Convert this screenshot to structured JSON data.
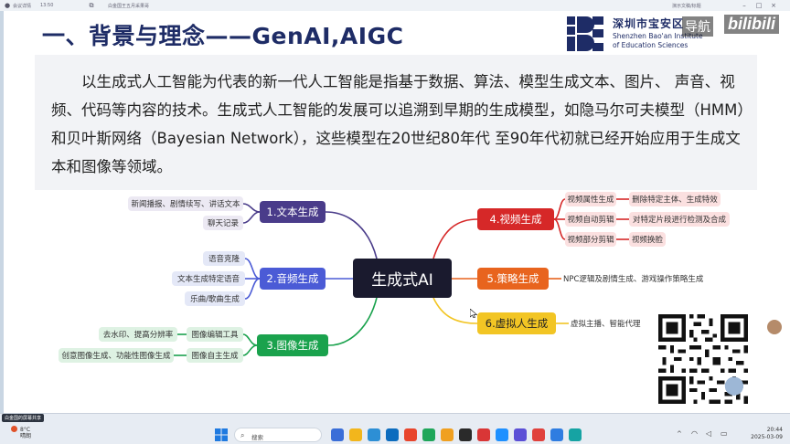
{
  "topbar": {
    "items": [
      "会议详情",
      "13:50",
      "白金国王五月采果哥",
      "演示文稿/标题"
    ]
  },
  "slide": {
    "title": "一、背景与理念——GenAI,AIGC",
    "logo": {
      "cn": "深圳市宝安区",
      "en1": "Shenzhen Bao'an Institute",
      "en2": "of Education Sciences"
    },
    "nav_label": "导航",
    "watermark": "bilibili",
    "paragraph": "以生成式人工智能为代表的新一代人工智能是指基于数据、算法、模型生成文本、图片、 声音、视频、代码等内容的技术。生成式人工智能的发展可以追溯到早期的生成模型，如隐马尔可夫模型（HMM）和贝叶斯网络（Bayesian Network），这些模型在20世纪80年代 至90年代初就已经开始应用于生成文本和图像等领域。"
  },
  "mindmap": {
    "center": "生成式AI",
    "branches": {
      "text": {
        "label": "1.文本生成",
        "leaves": [
          "新闻播报、剧情续写、讲话文本",
          "聊天记录"
        ]
      },
      "audio": {
        "label": "2.音频生成",
        "leaves": [
          "语音克隆",
          "文本生成特定语音",
          "乐曲/歌曲生成"
        ]
      },
      "image": {
        "label": "3.图像生成",
        "subs": [
          "图像编辑工具",
          "图像自主生成"
        ],
        "leaves": [
          "去水印、提高分辨率",
          "创意图像生成、功能性图像生成"
        ]
      },
      "video": {
        "label": "4.视频生成",
        "subs": [
          "视频属性生成",
          "视频自动剪辑",
          "视频部分剪辑"
        ],
        "leaves": [
          "删除特定主体、生成特效",
          "对特定片段进行检测及合成",
          "视频换脸"
        ]
      },
      "strategy": {
        "label": "5.策略生成",
        "leaves": [
          "NPC逻辑及剧情生成、游戏操作策略生成"
        ]
      },
      "virtual": {
        "label": "6.虚拟人生成",
        "leaves": [
          "虚拟主播、智能代理"
        ]
      }
    }
  },
  "taskbar": {
    "banner": "白金国的屏幕共享",
    "weather_temp": "8°C",
    "weather_desc": "晴朗",
    "search_placeholder": "搜索",
    "time": "20:44",
    "date": "2025-03-09"
  },
  "colors": {
    "title": "#1e2c66",
    "text_node": "#4a3c8a",
    "audio_node": "#4b5bd6",
    "image_node": "#1aa24d",
    "video_node": "#d62828",
    "strategy_node": "#e8641e",
    "virtual_node": "#f2c524"
  }
}
